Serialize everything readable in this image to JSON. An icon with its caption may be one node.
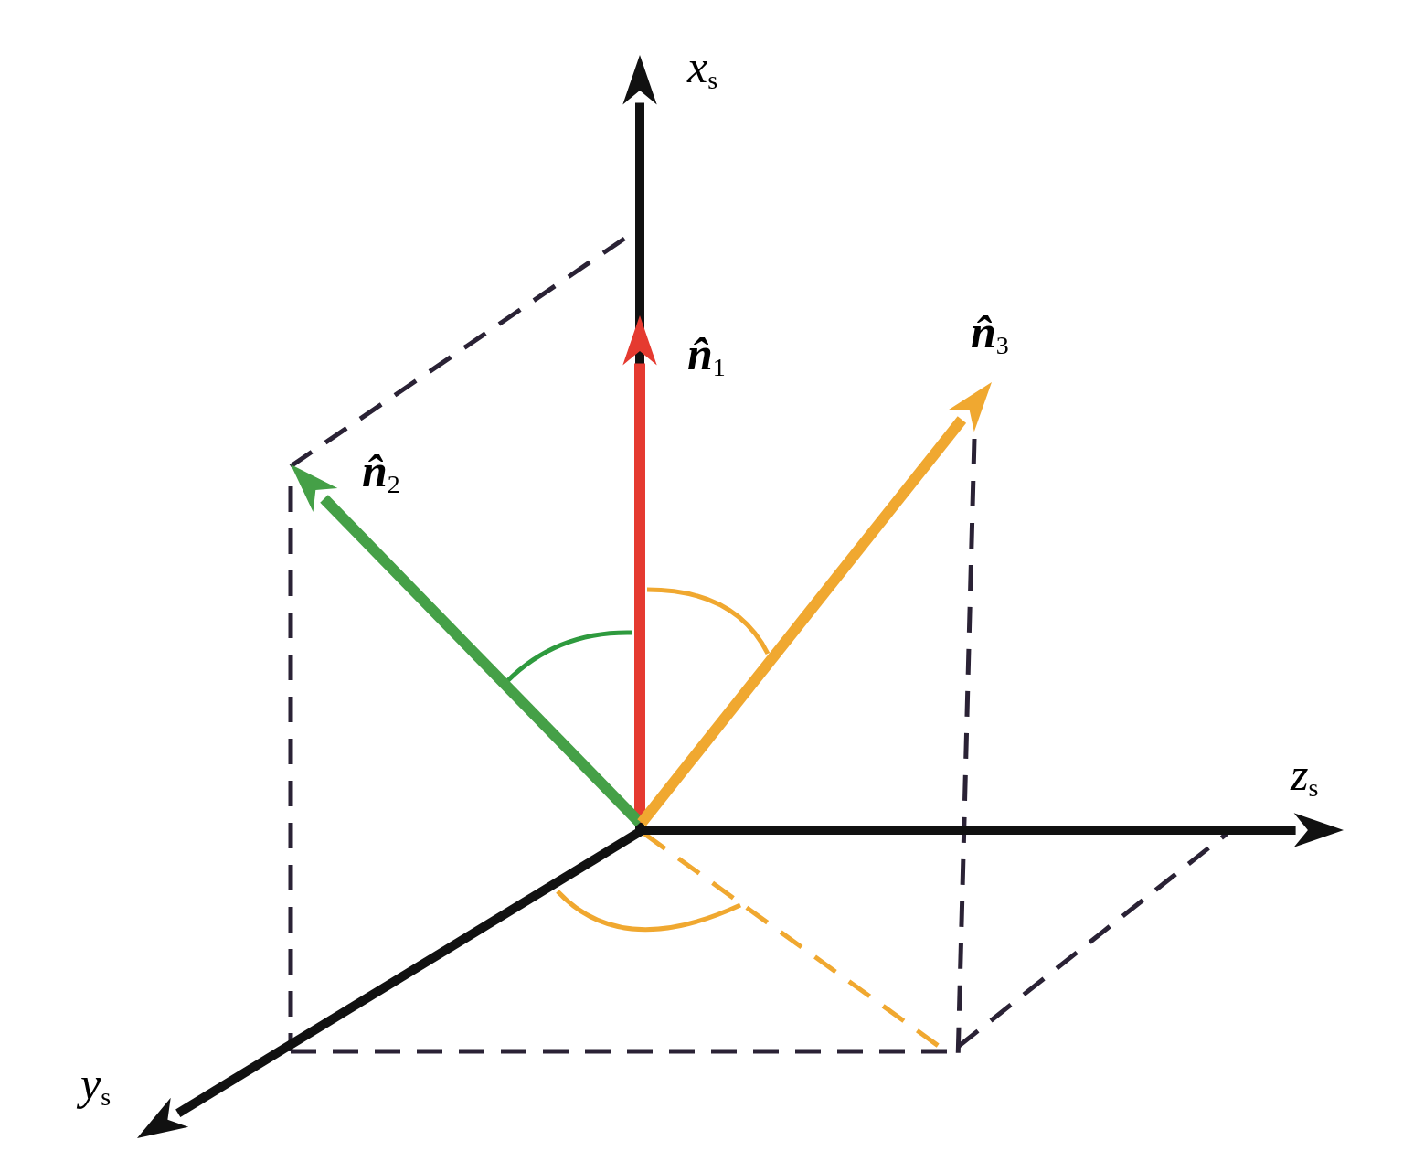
{
  "diagram": {
    "labels": [
      "*x*$_{s}$",
      "**n̂**$_{1}$",
      "**n̂**$_{3}$",
      "**n̂**$_{2}$",
      "*z*$_{s}$",
      "*y*$_{s}$"
    ]
  }
}
